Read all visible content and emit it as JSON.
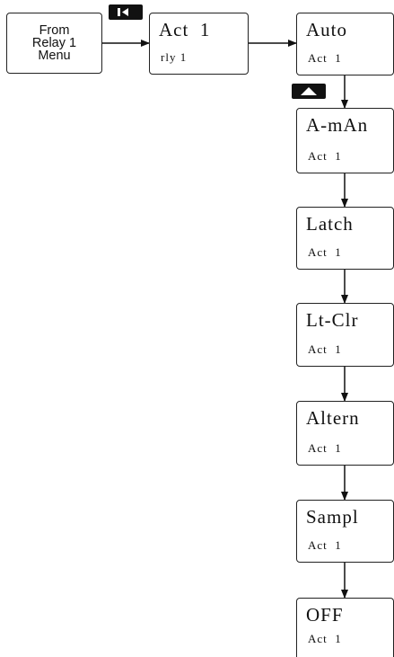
{
  "from_box": {
    "line1": "From",
    "line2": "Relay 1",
    "line3": "Menu"
  },
  "act_box": {
    "title": "Act  1",
    "sub": "rly 1"
  },
  "chain": [
    {
      "title": "Auto",
      "sub": "Act  1"
    },
    {
      "title": "A-mAn",
      "sub": "Act  1"
    },
    {
      "title": "Latch",
      "sub": "Act  1"
    },
    {
      "title": "Lt-Clr",
      "sub": "Act  1"
    },
    {
      "title": "Altern",
      "sub": "Act  1"
    },
    {
      "title": "Sampl",
      "sub": "Act  1"
    },
    {
      "title": "OFF",
      "sub": "Act  1"
    }
  ],
  "keys": {
    "left_key_icon": "left-arrow-key-icon",
    "up_key_icon": "up-arrow-key-icon"
  },
  "colors": {
    "line": "#111111",
    "key": "#111111"
  }
}
